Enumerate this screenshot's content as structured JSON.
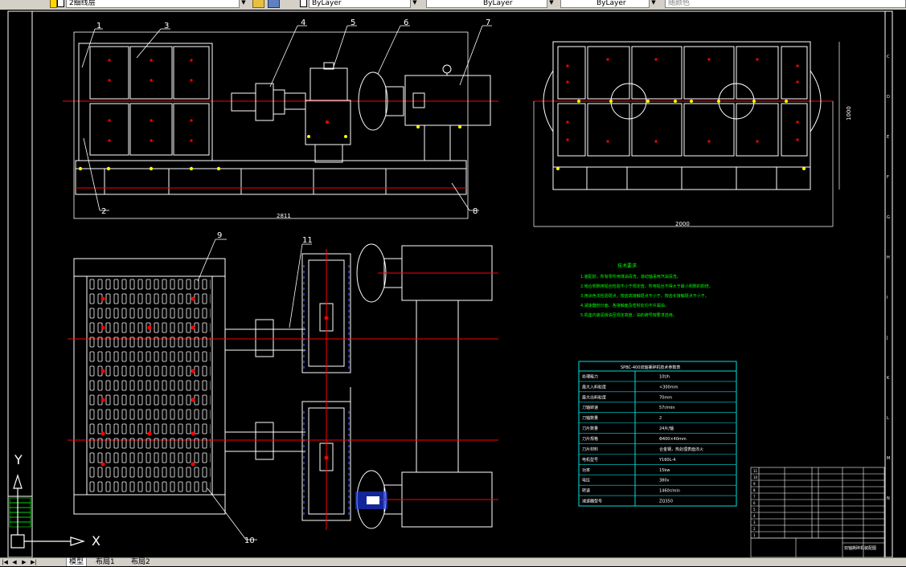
{
  "toolbar": {
    "layer_name": "2细线层",
    "linetype": "ByLayer",
    "lineweight": "ByLayer",
    "color": "ByLayer",
    "plotstyle": "随颜色"
  },
  "status": {
    "tabs": [
      "模型",
      "布局1",
      "布局2"
    ]
  },
  "ucs": {
    "x": "X",
    "y": "Y"
  },
  "drawing": {
    "balloons": [
      "1",
      "2",
      "3",
      "4",
      "5",
      "6",
      "7",
      "8",
      "9",
      "10",
      "11"
    ],
    "dims": {
      "front_length": "2811",
      "side_width": "2000",
      "side_height": "1000"
    },
    "notes_title": "技术要求",
    "notes": [
      "1.装配前，所有零件用煤油清洗，滚动轴承用汽油清洗。",
      "2.啮合侧隙用铅丝检验不小于规定值，所用铅丝不得大于最小侧隙的四倍。",
      "3.用涂色法检验斑点，按齿高接触斑点不小于，按齿长接触斑点不小于。",
      "4.减速器剖分面、各接触面及密封处均不许漏油。",
      "5.机座内装润滑油至规定高度，油的牌号按要求选用。"
    ],
    "spec_title": "SPBC-400双轴撕碎机技术参数表",
    "spec_rows": [
      [
        "处理能力",
        "10t/h"
      ],
      [
        "最大入料粒度",
        "<300mm"
      ],
      [
        "最大出料粒度",
        "70mm"
      ],
      [
        "刀轴转速",
        "57r/min"
      ],
      [
        "刀轴数量",
        "2"
      ],
      [
        "刀片数量",
        "24片/轴"
      ],
      [
        "刀片规格",
        "Φ400×40mm"
      ],
      [
        "刀片材料",
        "合金钢，热处理表面淬火"
      ],
      [
        "电机型号",
        "Y160L-4"
      ],
      [
        "功率",
        "15kw"
      ],
      [
        "电压",
        "380v"
      ],
      [
        "转速",
        "1460r/min"
      ],
      [
        "减速器型号",
        "ZQ350"
      ]
    ],
    "title_block": "双轴撕碎机装配图"
  }
}
